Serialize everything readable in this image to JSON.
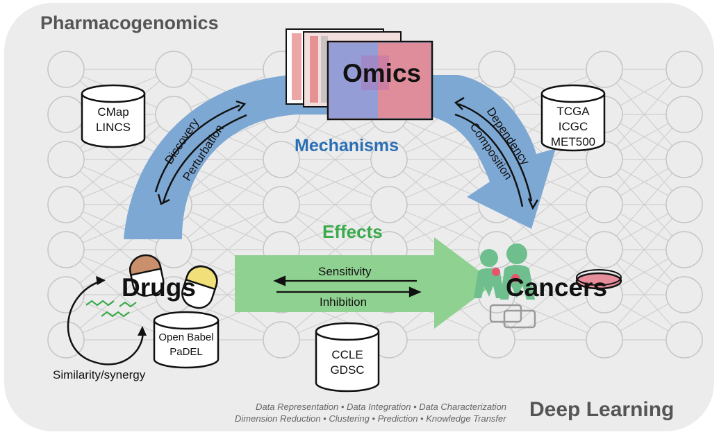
{
  "titles": {
    "pharmacogenomics": "Pharmacogenomics",
    "deep_learning": "Deep Learning"
  },
  "footer": {
    "line1": "Data Representation • Data Integration • Data Characterization",
    "line2": "Dimension Reduction • Clustering • Prediction • Knowledge Transfer"
  },
  "nodes": {
    "omics": "Omics",
    "drugs": "Drugs",
    "cancers": "Cancers"
  },
  "headings": {
    "mechanisms": "Mechanisms",
    "effects": "Effects"
  },
  "arrows": {
    "discovery": "Discovery",
    "perturbation": "Perturbation",
    "dependency": "Dependency",
    "composition": "Composition",
    "sensitivity": "Sensitivity",
    "inhibition": "Inhibition",
    "similarity": "Similarity/synergy"
  },
  "databases": {
    "cmap": [
      "CMap",
      "LINCS"
    ],
    "tcga": [
      "TCGA",
      "ICGC",
      "MET500"
    ],
    "openbabel": [
      "Open Babel",
      "PaDEL"
    ],
    "ccle": [
      "CCLE",
      "GDSC"
    ]
  },
  "colors": {
    "panel": "#ececec",
    "mechanisms_arrow": "#7ea8d4",
    "effects_arrow": "#8fd191",
    "mechanisms_text": "#2a6fb5",
    "effects_text": "#3aaa4a",
    "network": "#c9c9c9",
    "figure_green": "#6fbf8e"
  }
}
